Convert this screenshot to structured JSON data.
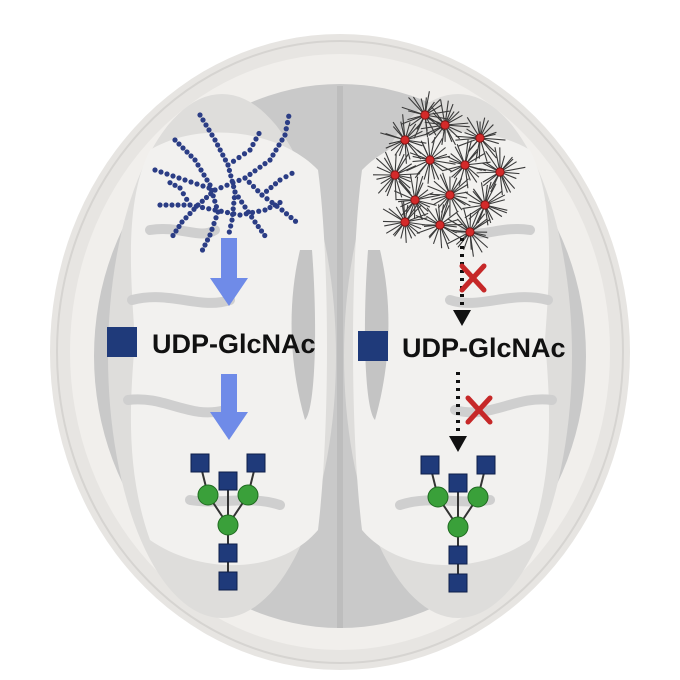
{
  "diagram": {
    "left_panel": {
      "label": "UDP-GlcNAc",
      "arrow_style": "solid-blue"
    },
    "right_panel": {
      "label": "UDP-GlcNAc",
      "arrow_style": "dotted-black",
      "blocked_steps": 2
    },
    "colors": {
      "skull": "#efedea",
      "brain_bg": "#c9c9c9",
      "white_matter": "#f2f1ef",
      "gray_matter": "#dcdcdc",
      "glycogen_chain": "#2b3d85",
      "polyglucosan_fiber": "#3a3a3a",
      "polyglucosan_core": "#d42a2a",
      "blue_arrow": "#6f8be8",
      "dotted_arrow": "#111111",
      "block_mark": "#c62828",
      "glcnac_square": "#1f3a7a",
      "mannose_circle": "#3aa03a"
    }
  }
}
